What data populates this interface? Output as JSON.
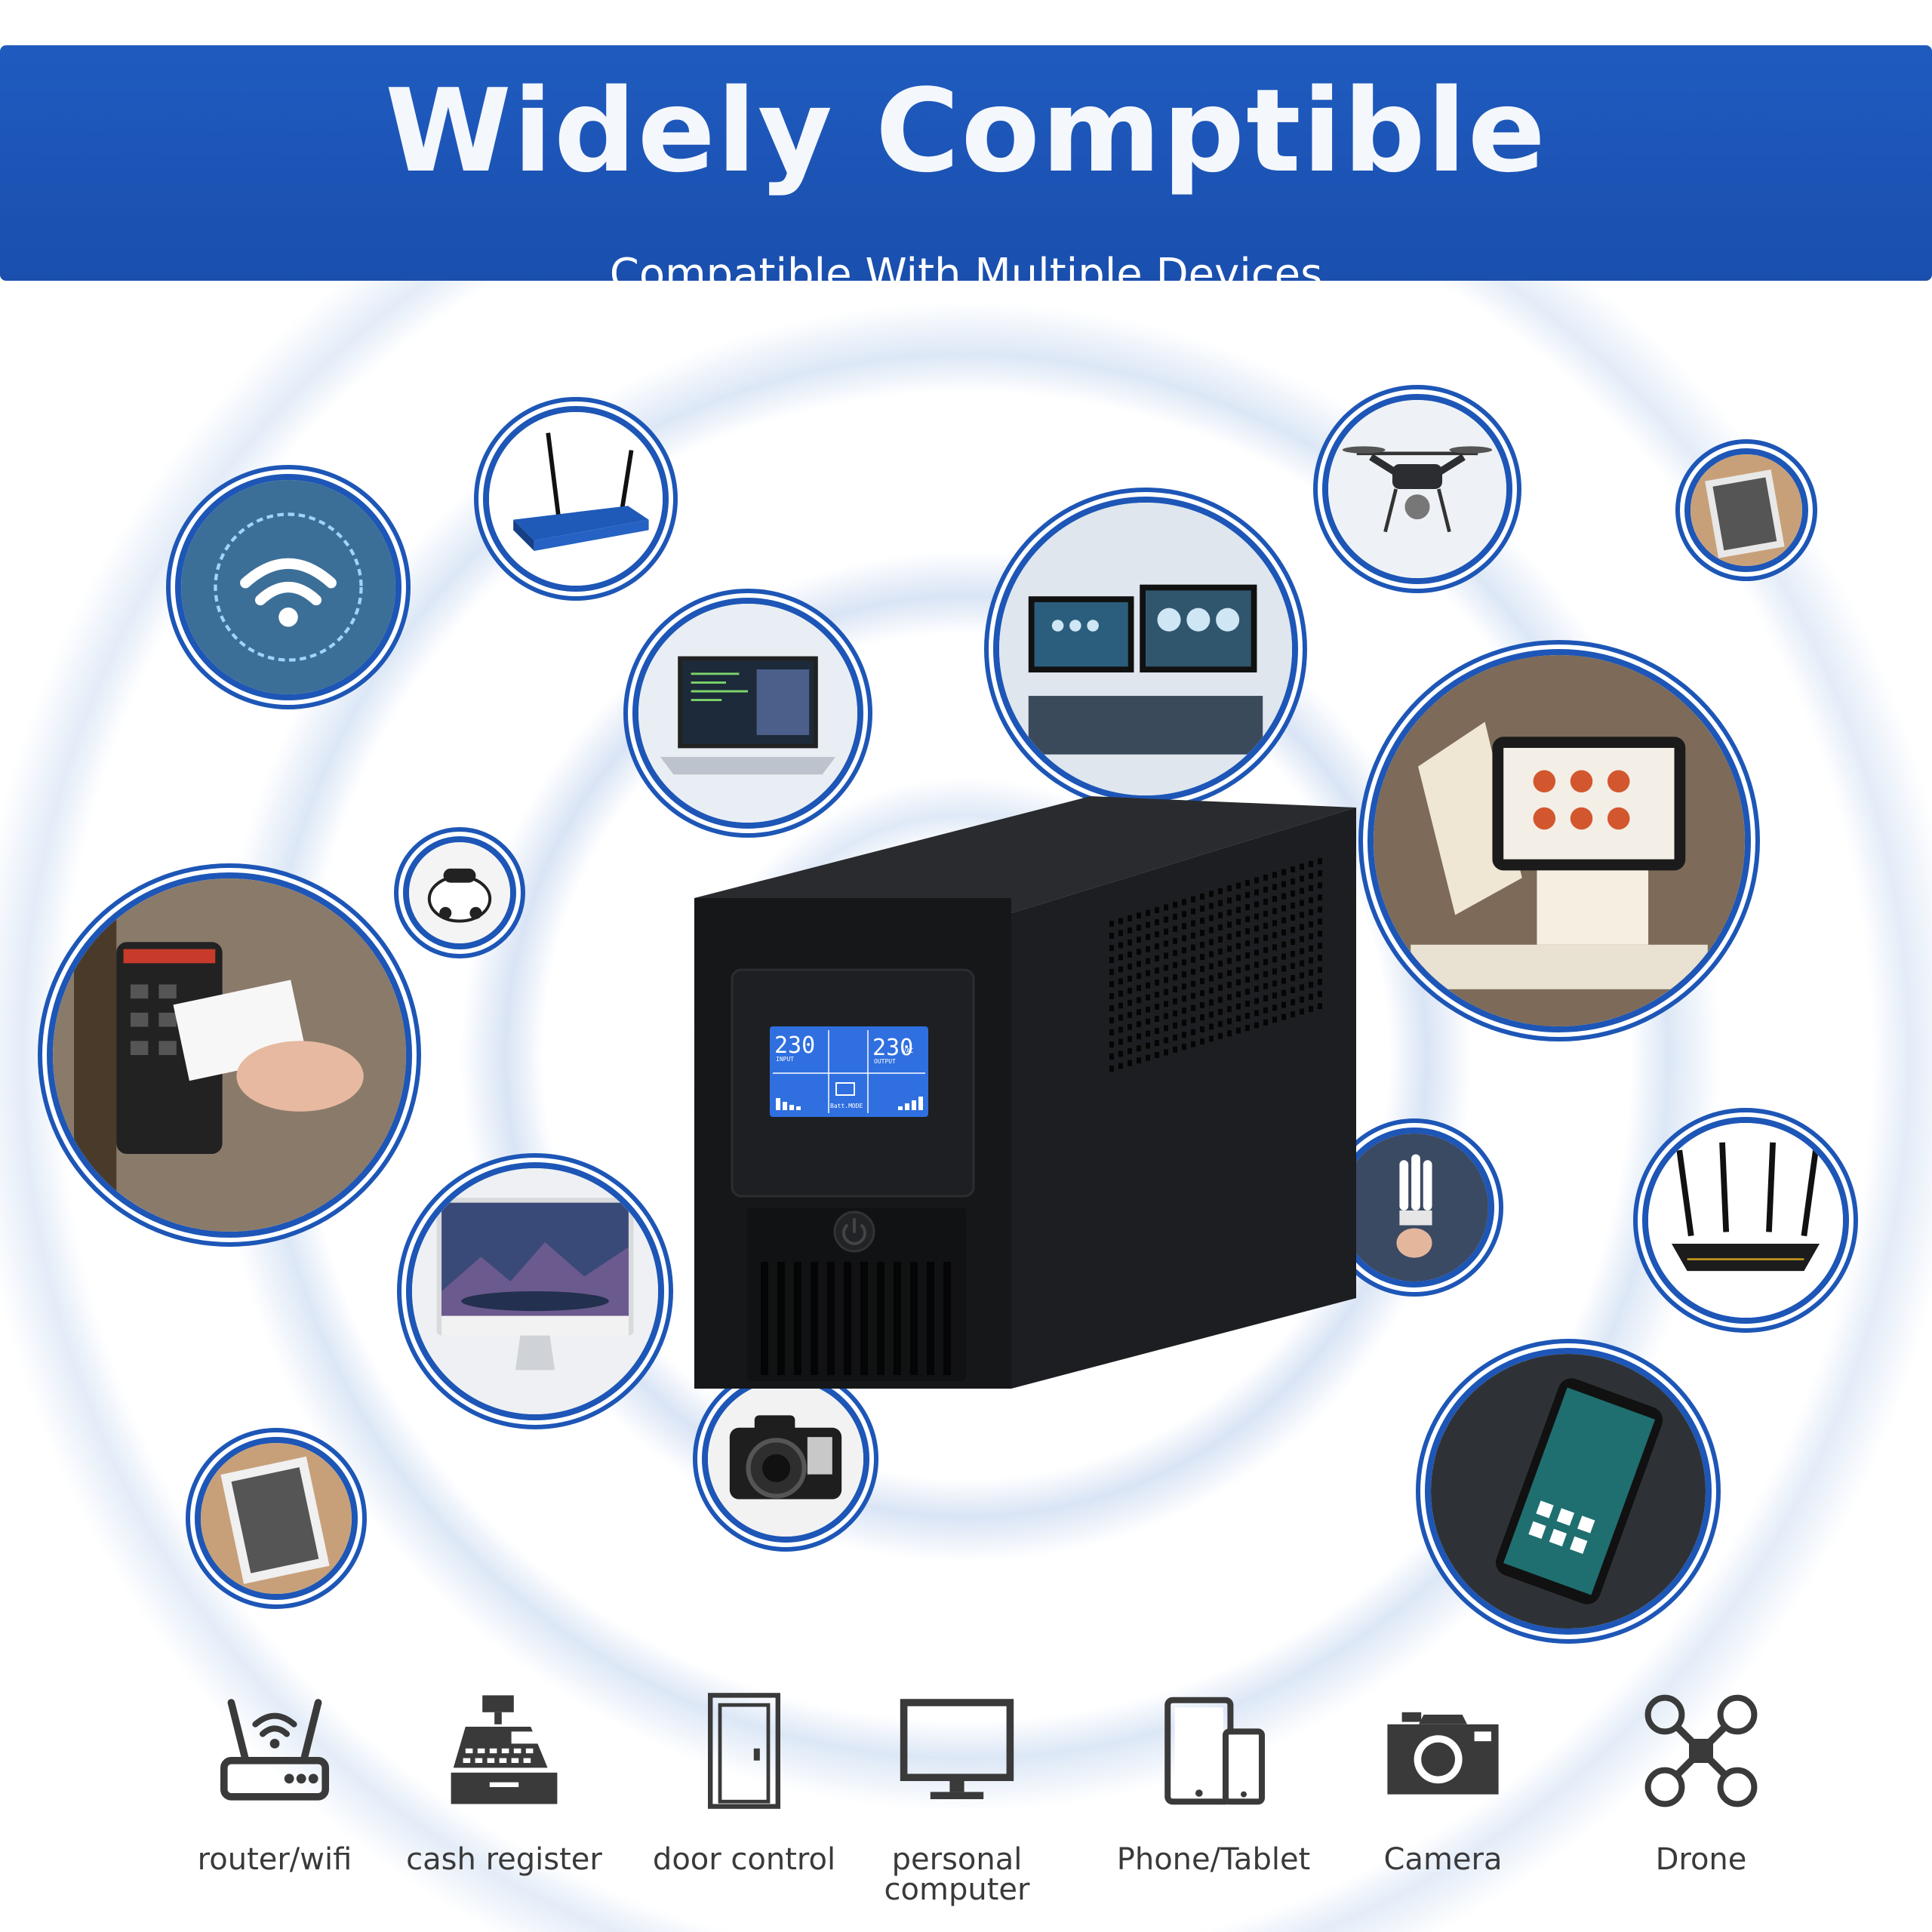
{
  "header": {
    "title": "Widely Comptible",
    "subtitle": "Compatible With Multiple Devices"
  },
  "ups": {
    "lcd_input_value": "230",
    "lcd_output_value": "230",
    "lcd_input_label": "INPUT",
    "lcd_output_label": "OUTPUT",
    "lcd_unit": "VAC",
    "lcd_mode": "Batt.MODE"
  },
  "bubbles": [
    {
      "icon": "wifi-icon"
    },
    {
      "icon": "router-antenna-icon"
    },
    {
      "icon": "laptop-icon"
    },
    {
      "icon": "monitor-workstation-icon"
    },
    {
      "icon": "drone-icon"
    },
    {
      "icon": "tablet-icon"
    },
    {
      "icon": "pos-terminal-icon"
    },
    {
      "icon": "robot-vacuum-icon"
    },
    {
      "icon": "card-reader-icon"
    },
    {
      "icon": "desktop-computer-icon"
    },
    {
      "icon": "camera-icon"
    },
    {
      "icon": "light-bulb-icon"
    },
    {
      "icon": "wifi-router-icon"
    },
    {
      "icon": "smartphone-icon"
    },
    {
      "icon": "tablet-icon"
    }
  ],
  "devices": [
    {
      "icon": "router-wifi-icon",
      "label": "router/wifi"
    },
    {
      "icon": "cash-register-icon",
      "label": "cash register"
    },
    {
      "icon": "door-icon",
      "label": "door control"
    },
    {
      "icon": "monitor-icon",
      "label_line1": "personal",
      "label_line2": "computer"
    },
    {
      "icon": "phone-tablet-icon",
      "label": "Phone/Tablet"
    },
    {
      "icon": "camera-icon",
      "label": "Camera"
    },
    {
      "icon": "drone-icon",
      "label": "Drone"
    }
  ],
  "colors": {
    "banner": "#1f5bbf",
    "ring": "#1d56b6",
    "icon": "#3a3a3a",
    "lcd": "#2f6fe0"
  }
}
